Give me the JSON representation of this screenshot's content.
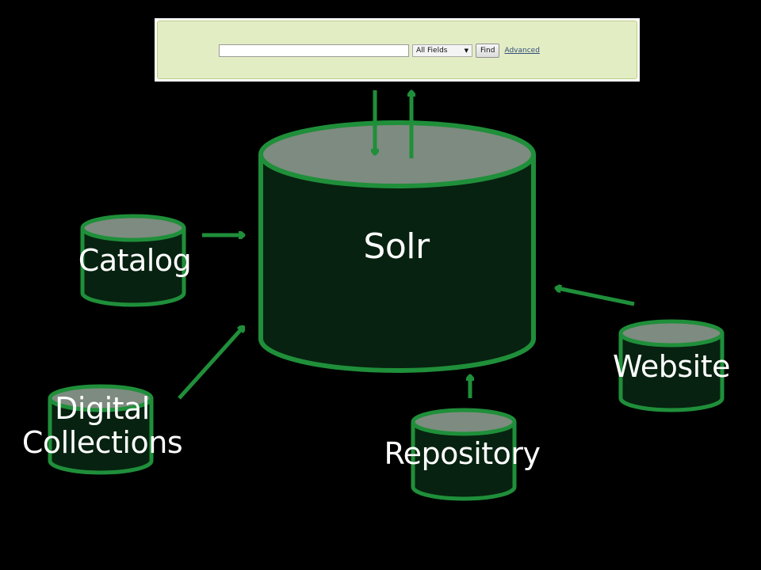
{
  "search": {
    "input_value": "",
    "field_selected": "All Fields",
    "find_label": "Find",
    "advanced_label": "Advanced"
  },
  "nodes": {
    "solr": "Solr",
    "catalog": "Catalog",
    "digital_collections_line1": "Digital",
    "digital_collections_line2": "Collections",
    "repository": "Repository",
    "website": "Website"
  },
  "colors": {
    "background": "#000000",
    "stroke": "#1f8f3a",
    "body_fill": "#072210",
    "top_fill": "#7e8b80",
    "label": "#ffffff",
    "search_panel": "#e3edc4"
  }
}
